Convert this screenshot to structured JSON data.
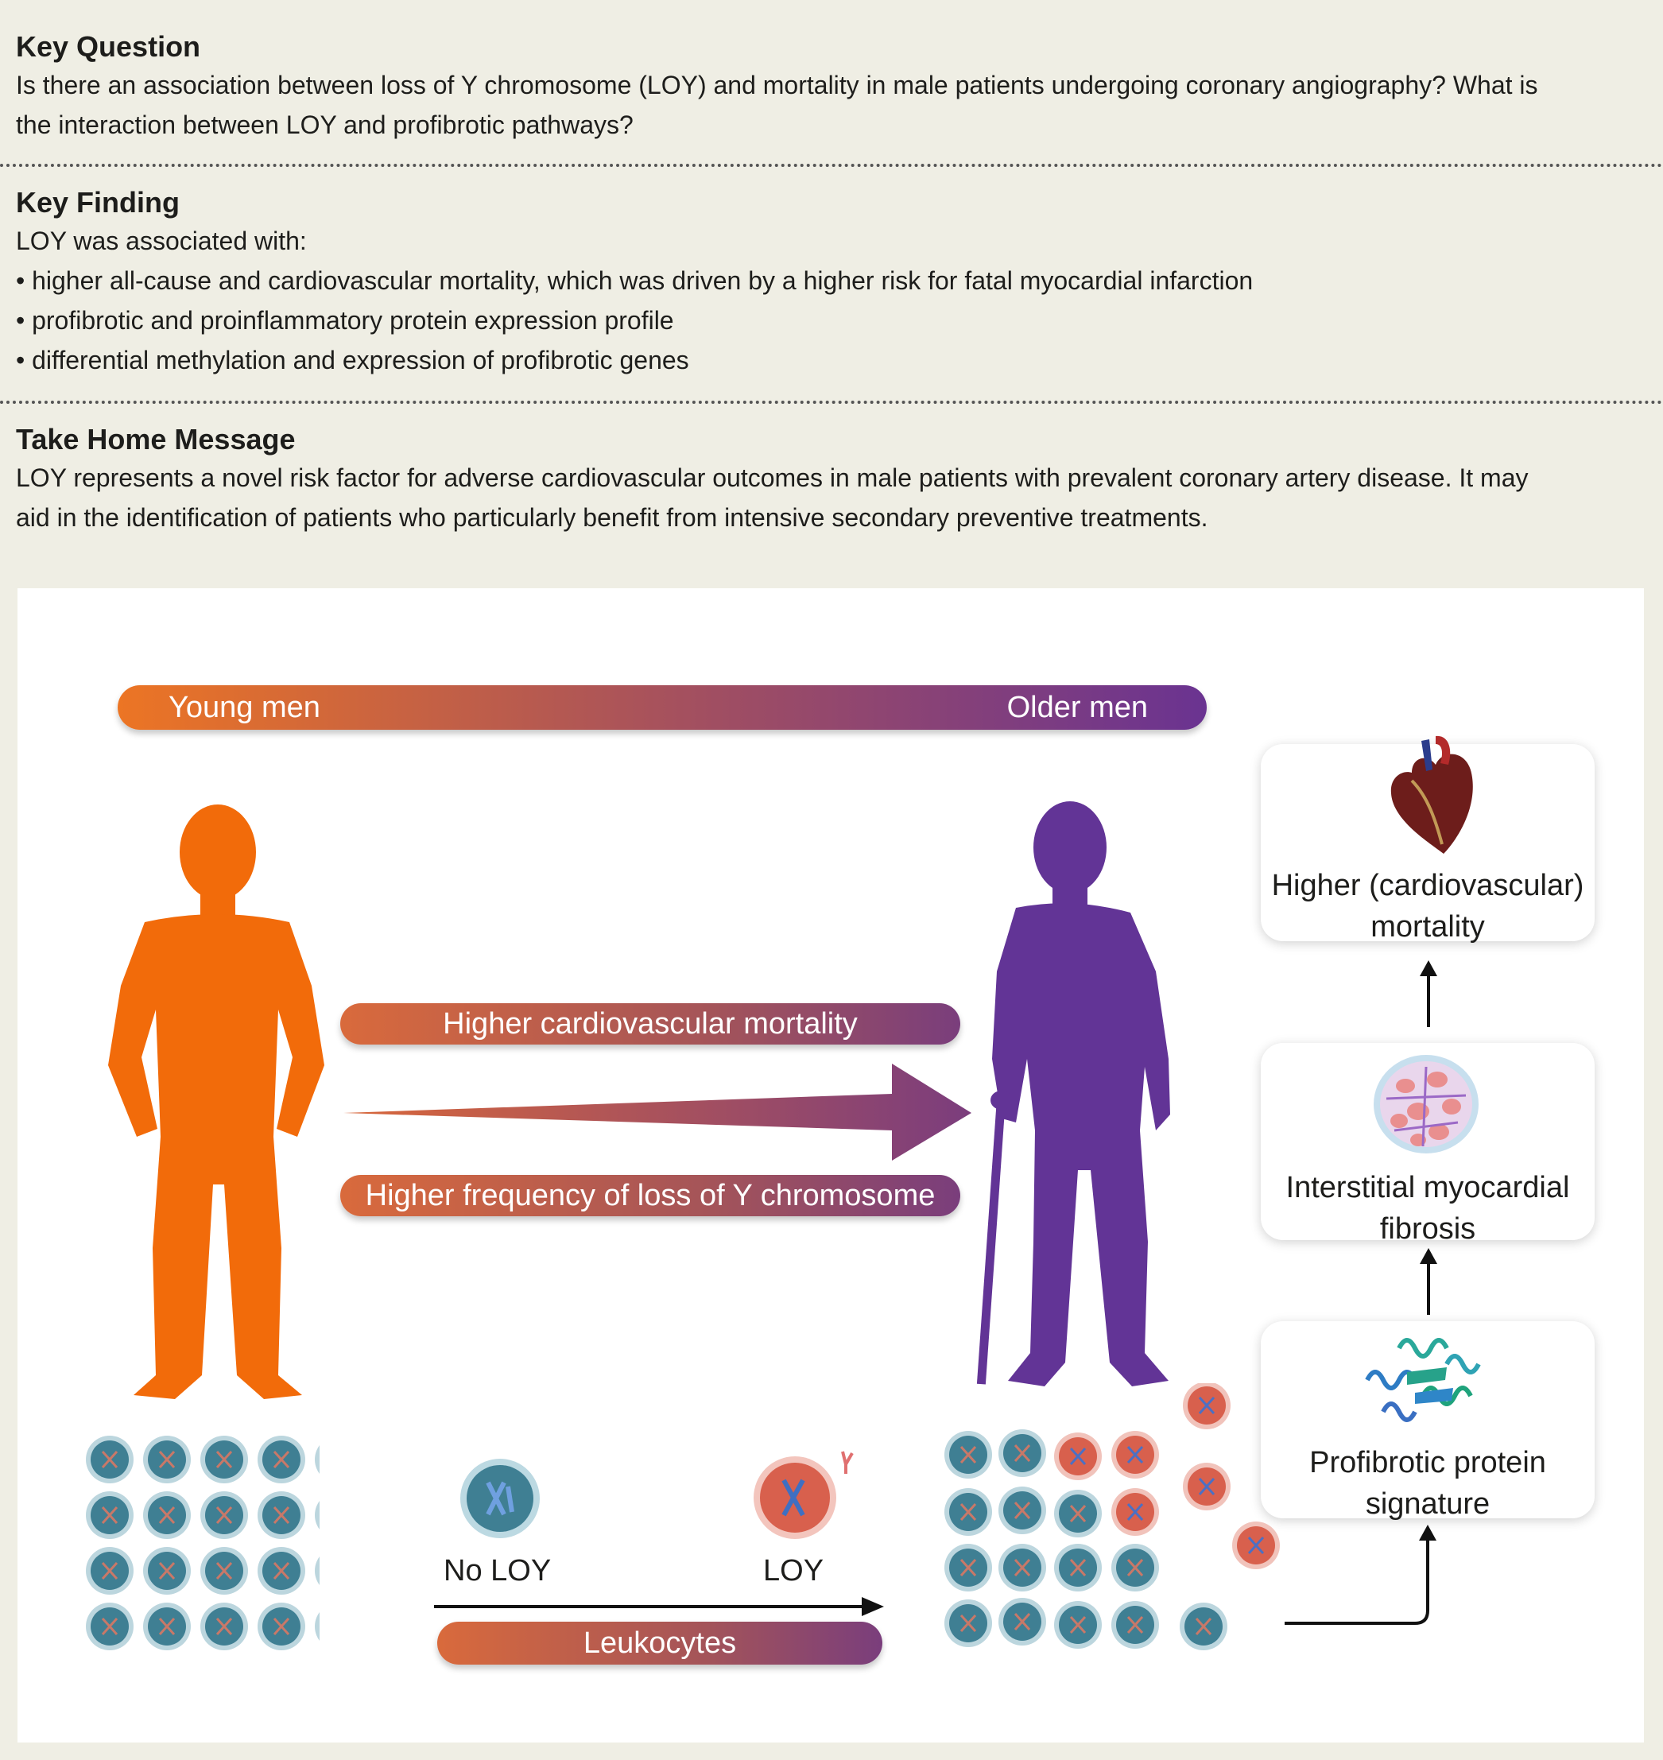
{
  "key_question": {
    "heading": "Key Question",
    "line1": "Is there an association between loss of Y chromosome (LOY) and mortality in male patients undergoing coronary angiography? What is",
    "line2": "the interaction between LOY and profibrotic pathways?"
  },
  "key_finding": {
    "heading": "Key Finding",
    "intro": "LOY was associated with:",
    "bullets": [
      "higher all-cause and cardiovascular mortality, which was driven by a higher risk for fatal myocardial infarction",
      "profibrotic and proinflammatory protein expression profile",
      "differential methylation and expression of profibrotic genes"
    ]
  },
  "take_home": {
    "heading": "Take Home Message",
    "line1": "LOY represents a novel risk factor for adverse cardiovascular outcomes in male patients with prevalent coronary artery disease. It may",
    "line2": "aid in the identification of patients who particularly benefit from intensive secondary preventive treatments."
  },
  "figure": {
    "age_bar": {
      "left": "Young men",
      "right": "Older men"
    },
    "mortality_bar": "Higher cardiovascular mortality",
    "loy_bar": "Higher frequency of loss of Y chromosome",
    "no_loy_label": "No LOY",
    "loy_label": "LOY",
    "leukocytes_bar": "Leukocytes",
    "pathway": {
      "protein": "Profibrotic protein signature",
      "fibrosis": "Interstitial myocardial fibrosis",
      "mortality": "Higher (cardiovascular) mortality"
    },
    "colors": {
      "orange": "#f26b0a",
      "purple": "#623496",
      "cell_blue": "#3f7f93",
      "cell_red": "#d8604d"
    },
    "icons": [
      "heart-icon",
      "fibrosis-tissue-icon",
      "protein-structure-icon",
      "young-man-silhouette",
      "older-man-silhouette"
    ]
  }
}
